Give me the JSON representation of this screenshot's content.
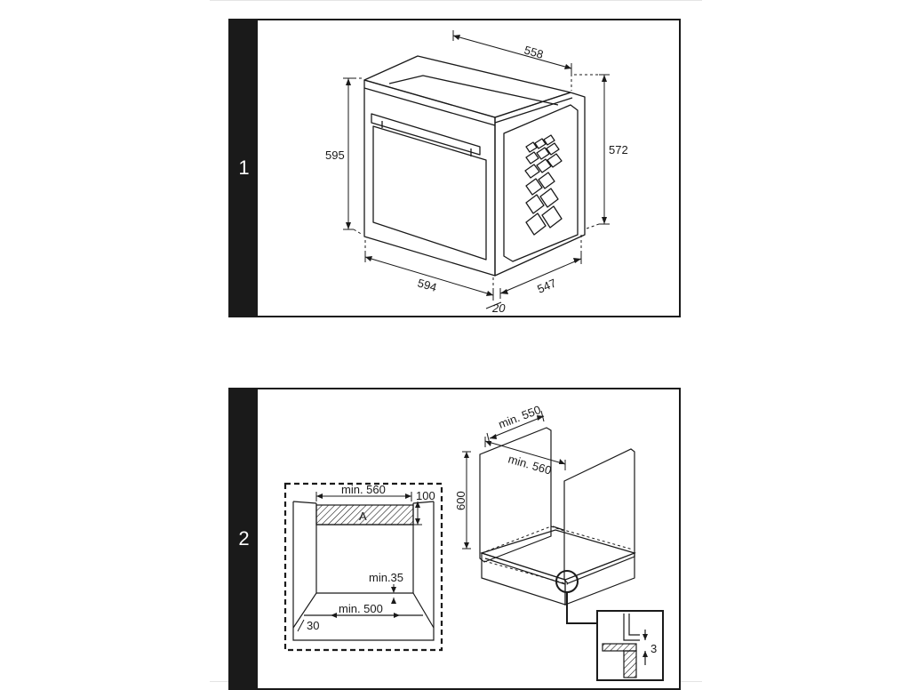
{
  "panels": [
    {
      "number": "1",
      "dimensions": {
        "top_width": "558",
        "front_height": "595",
        "side_height": "572",
        "front_width": "594",
        "depth": "547",
        "door_offset": "20"
      }
    },
    {
      "number": "2",
      "dimensions": {
        "top_depth": "min. 550",
        "inner_width_3d": "min. 560",
        "cabinet_height": "600",
        "niche_width": "min. 560",
        "top_gap": "100",
        "area_label": "A",
        "bottom_gap": "min.35",
        "floor_opening": "min. 500",
        "side_offset": "30",
        "detail_gap": "3"
      }
    }
  ],
  "colors": {
    "line": "#1a1a1a",
    "tab": "#1a1a1a",
    "background": "#ffffff"
  }
}
